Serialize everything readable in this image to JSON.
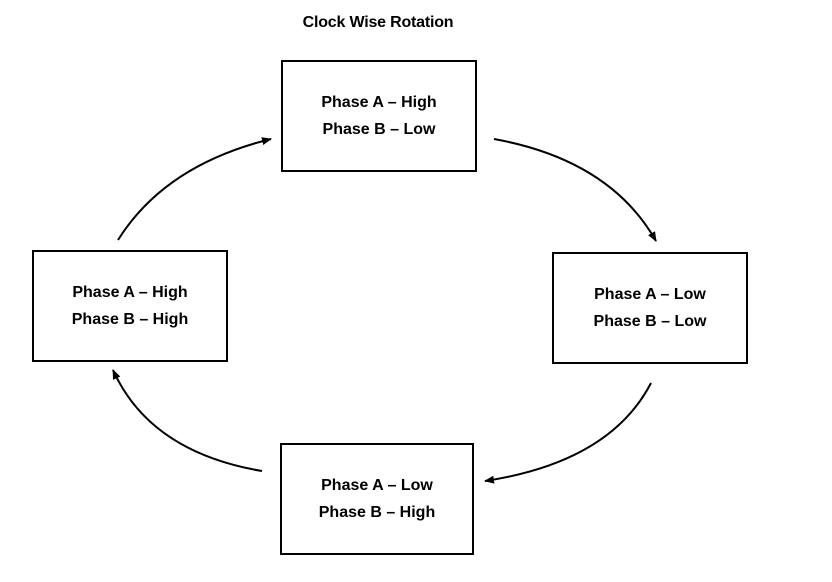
{
  "title": "Clock Wise Rotation",
  "states": [
    {
      "id": "top",
      "line1": "Phase A – High",
      "line2": "Phase B – Low"
    },
    {
      "id": "right",
      "line1": "Phase A – Low",
      "line2": "Phase B – Low"
    },
    {
      "id": "bottom",
      "line1": "Phase A – Low",
      "line2": "Phase B – High"
    },
    {
      "id": "left",
      "line1": "Phase A – High",
      "line2": "Phase B – High"
    }
  ],
  "colors": {
    "stroke": "#000000",
    "background": "#ffffff"
  }
}
